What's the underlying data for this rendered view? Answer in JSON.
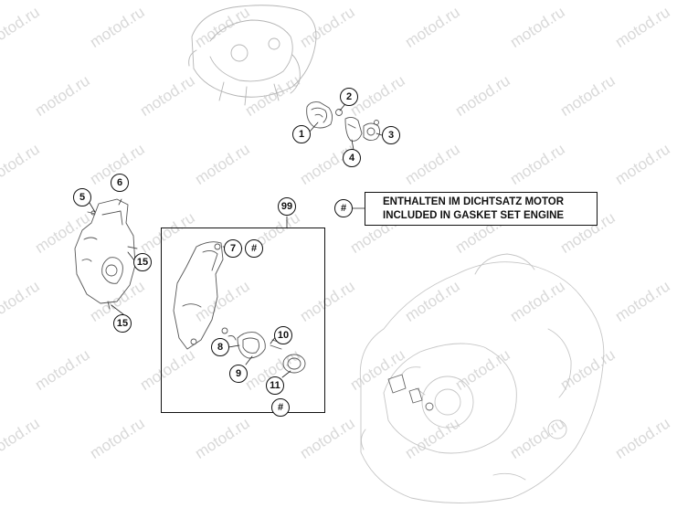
{
  "watermark": "motod.ru",
  "callouts": {
    "c1": "1",
    "c2": "2",
    "c3": "3",
    "c4": "4",
    "c5": "5",
    "c6": "6",
    "c15a": "15",
    "c15b": "15",
    "c99": "99",
    "c7": "7",
    "c7hash": "#",
    "c8": "8",
    "c9": "9",
    "c10": "10",
    "c11": "11",
    "c11hash": "#",
    "legend_hash": "#"
  },
  "legend": {
    "line1": "ENTHALTEN IM DICHTSATZ MOTOR",
    "line2": "INCLUDED IN GASKET SET ENGINE"
  }
}
